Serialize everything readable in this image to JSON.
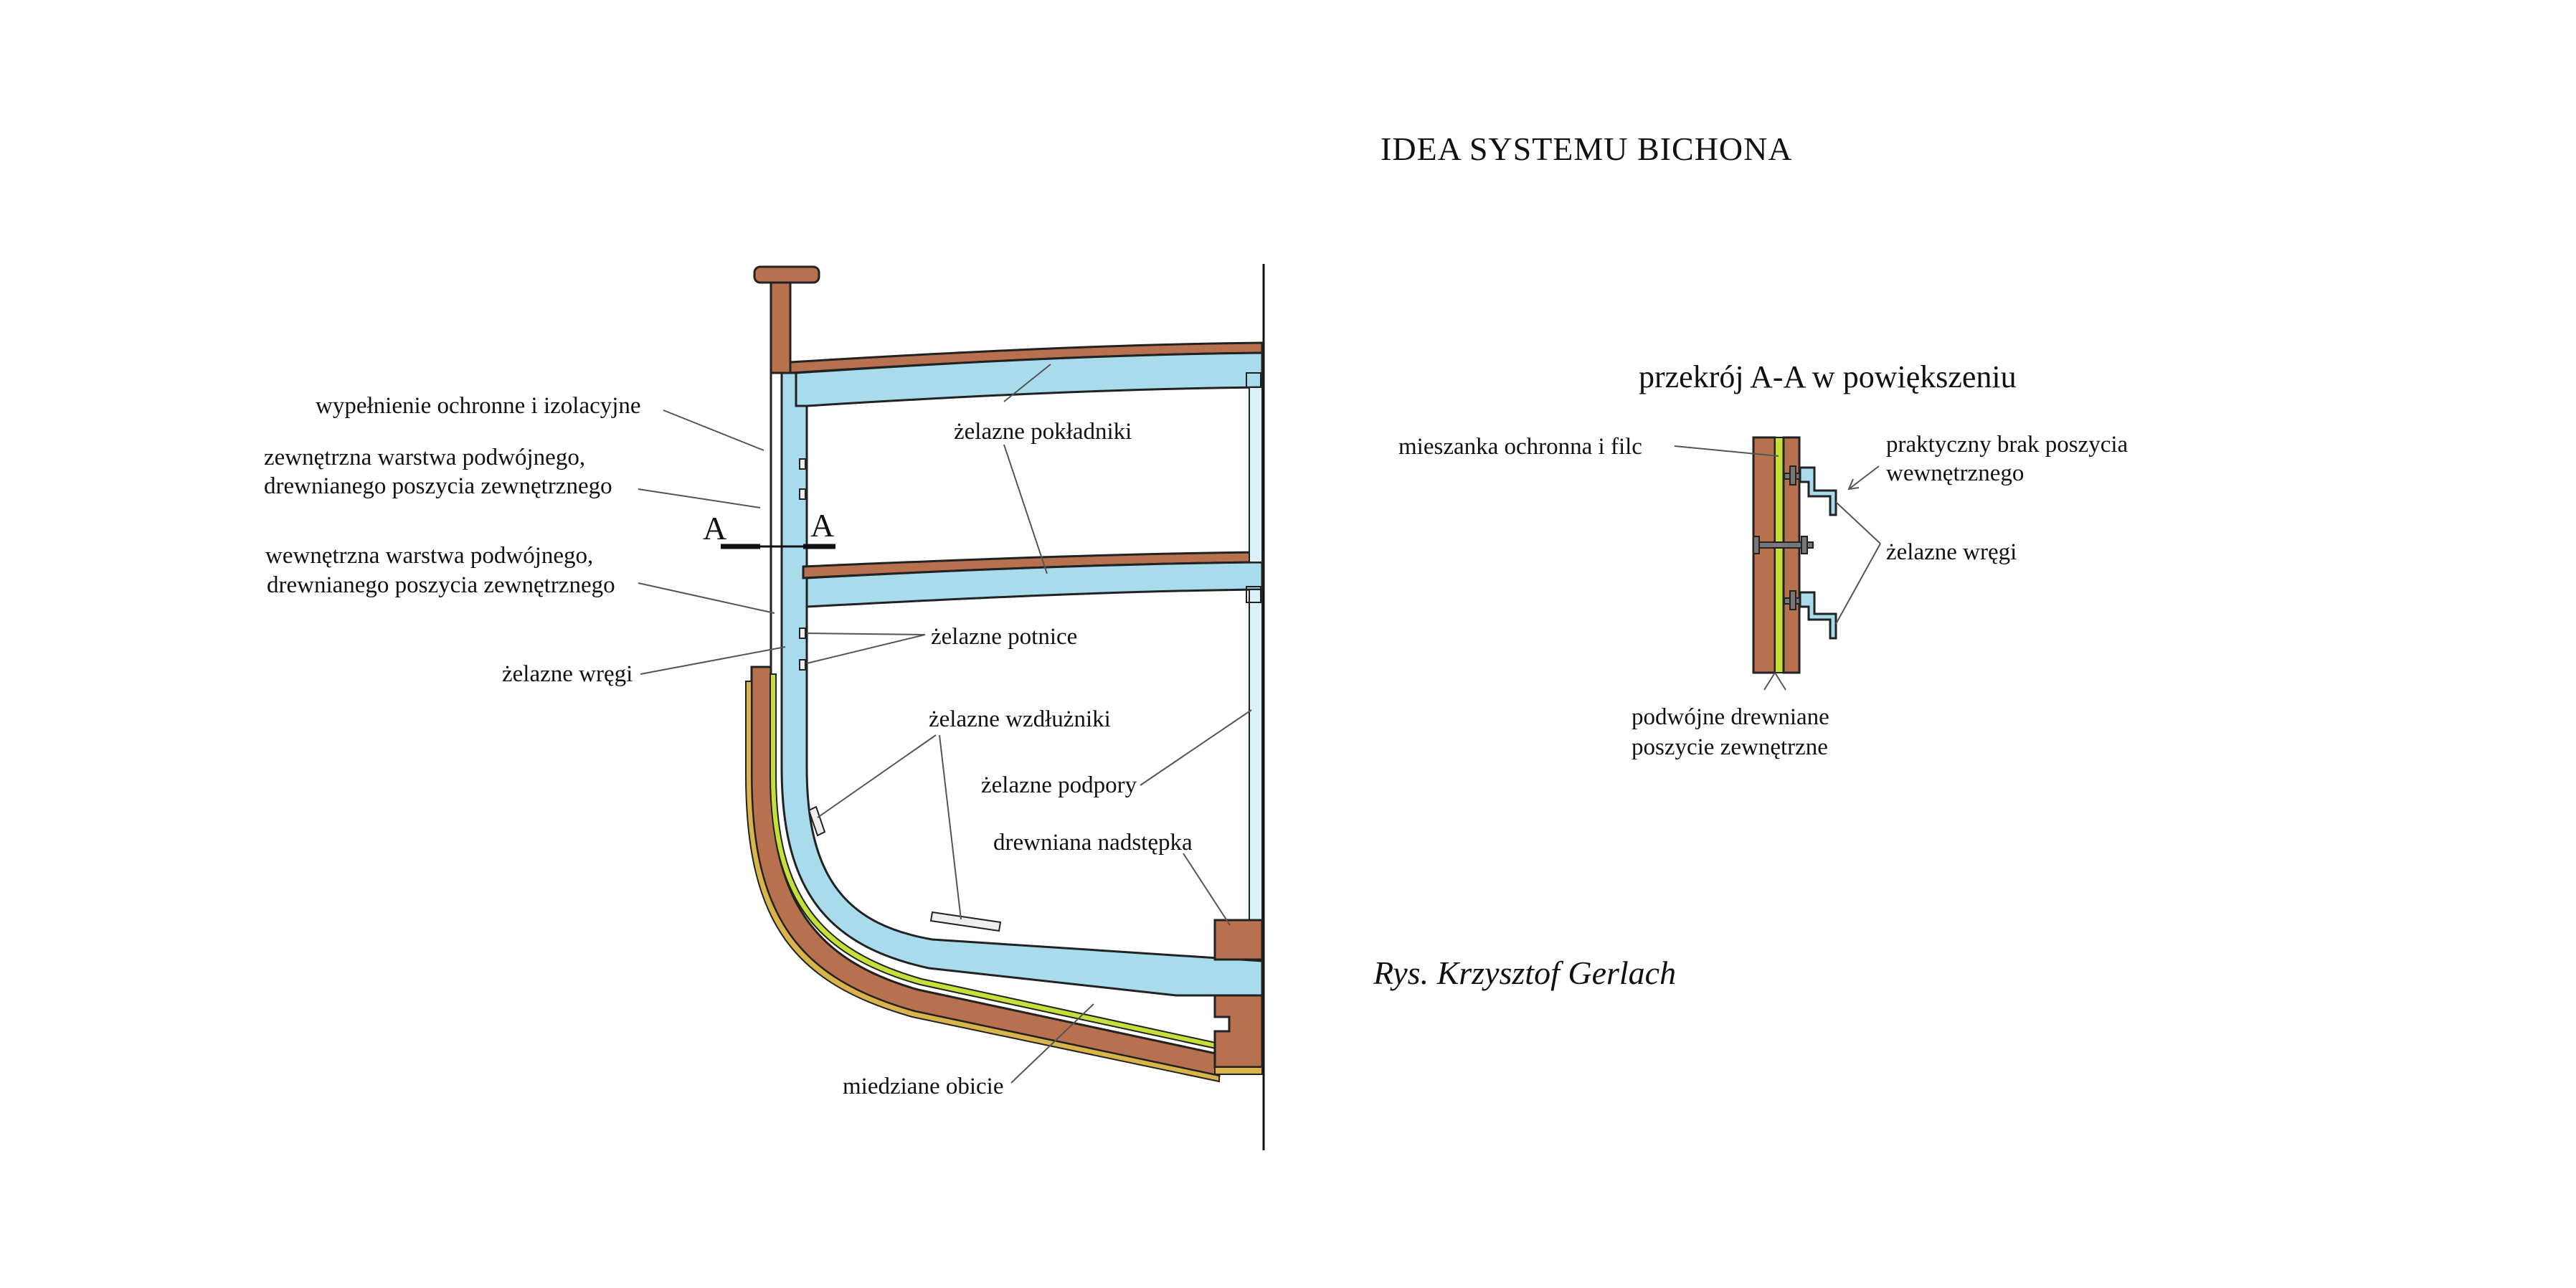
{
  "title": "IDEA SYSTEMU  BICHONA",
  "section_title": "przekrój A-A w powiększeniu",
  "credit": "Rys. Krzysztof Gerlach",
  "section_marks": {
    "left": "A",
    "right": "A"
  },
  "labels": {
    "filling": "wypełnienie ochronne i izolacyjne",
    "outer_layer_1": "zewnętrzna warstwa podwójnego,",
    "outer_layer_2": "drewnianego poszycia zewnętrznego",
    "inner_layer_1": "wewnętrzna warstwa podwójnego,",
    "inner_layer_2": "drewnianego poszycia zewnętrznego",
    "frames": "żelazne wręgi",
    "deck_beams": "żelazne pokładniki",
    "stringers": "żelazne potnice",
    "longitudinals": "żelazne wzdłużniki",
    "pillars": "żelazne podpory",
    "keelson": "drewniana nadstępka",
    "copper": "miedziane obicie"
  },
  "detail_labels": {
    "mix": "mieszanka ochronna i filc",
    "no_inner_1": "praktyczny brak poszycia",
    "no_inner_2": "wewnętrznego",
    "frames": "żelazne wręgi",
    "double_1": "podwójne drewniane",
    "double_2": "poszycie zewnętrzne"
  },
  "colors": {
    "wood": "#b8714f",
    "iron": "#a8dced",
    "felt": "#c6e03a",
    "copper": "#d8b44a"
  }
}
